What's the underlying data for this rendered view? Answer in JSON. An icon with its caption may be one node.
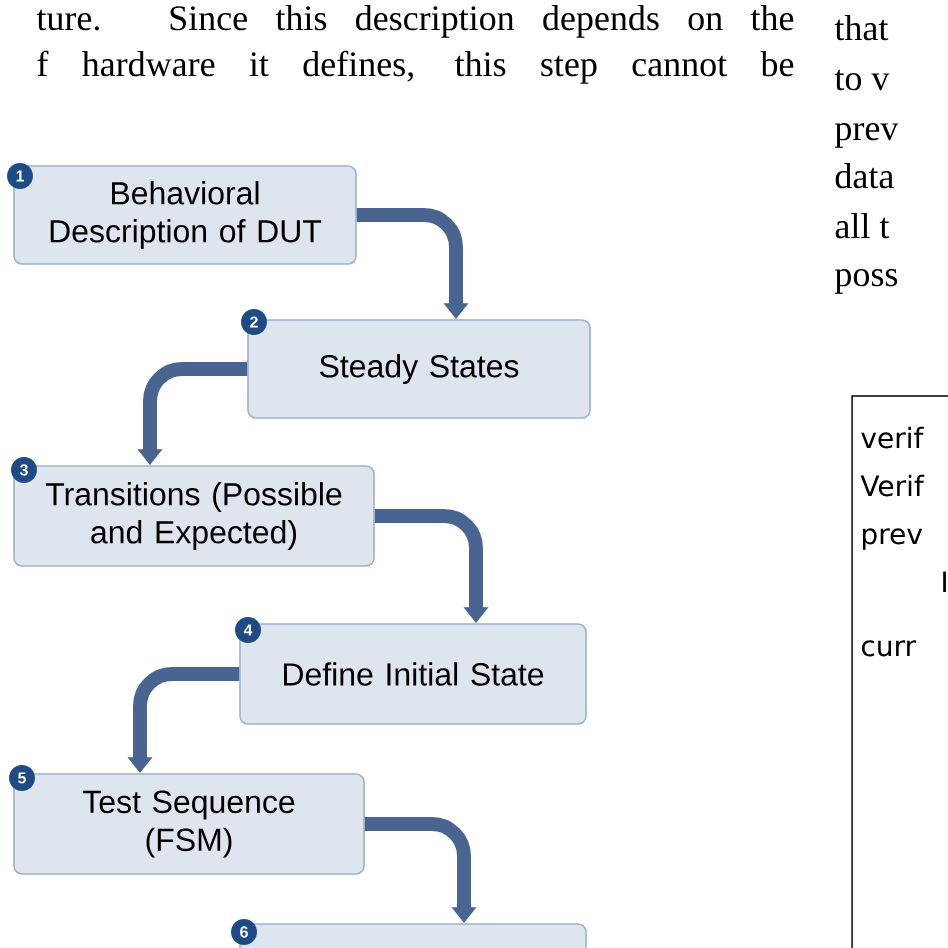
{
  "diagram": {
    "nodes": [
      {
        "text": [
          "1",
          "Behavioral Description of DUT"
        ]
      },
      {
        "text": [
          "2",
          "Steady States"
        ]
      },
      {
        "text": [
          "3",
          "Transitions (Possible and Expected)"
        ]
      },
      {
        "text": [
          "4",
          "Define Initial State"
        ]
      },
      {
        "text": [
          "5",
          "Test Sequence (FSM)"
        ]
      },
      {
        "text": [
          "6"
        ]
      },
      {
        "text": [
          "verif",
          "Verif",
          "prev",
          "I",
          "curr"
        ]
      }
    ],
    "edges": [
      {
        "from": 0,
        "to": 1,
        "arrow": "to"
      },
      {
        "from": 1,
        "to": 2,
        "arrow": "to"
      },
      {
        "from": 2,
        "to": 3,
        "arrow": "to"
      },
      {
        "from": 3,
        "to": 4,
        "arrow": "to"
      },
      {
        "from": 4,
        "to": 5,
        "arrow": "to"
      }
    ],
    "labels": [
      "ture. Since this description depends on the",
      "f hardware it defines, this step cannot be",
      "that",
      "to v",
      "prev",
      "data",
      "all t",
      "poss"
    ]
  }
}
